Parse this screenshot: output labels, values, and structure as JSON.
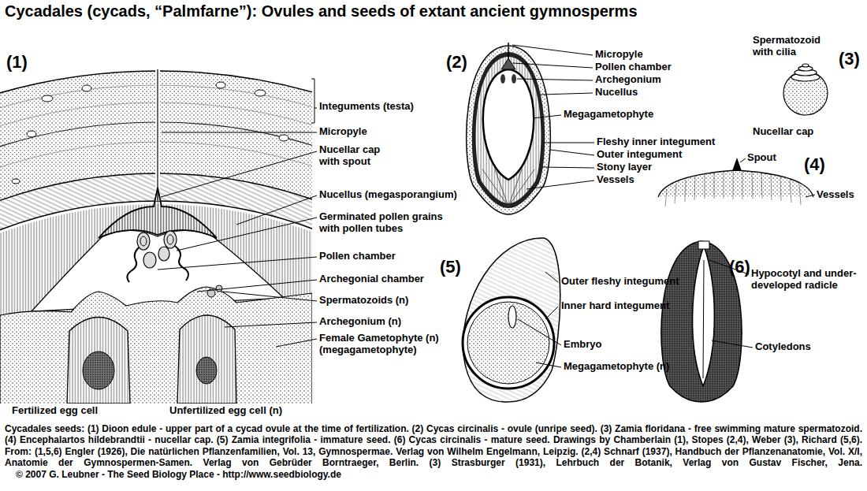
{
  "diagram": {
    "title": "Cycadales (cycads, “Palmfarne”): Ovules and seeds of extant ancient gymnosperms",
    "caption": "Cycadales seeds: (1) Dioon edule - upper part of a cycad ovule at the time of fertilization. (2) Cycas circinalis - ovule (unripe seed). (3) Zamia floridana - free swimming mature spermatozoid. (4) Encephalartos hildebrandtii - nucellar cap. (5) Zamia integrifolia - immature seed. (6) Cycas circinalis - mature seed. Drawings by Chamberlain (1), Stopes (2,4), Weber (3), Richard (5,6). From: (1,5,6) Engler (1926), Die natürlichen Pflanzenfamilien, Vol. 13, Gymnospermae. Verlag von Wilhelm Engelmann, Leipzig. (2,4) Schnarf (1937), Handbuch der Pflanzenanatomie, Vol. X/I, Anatomie der Gymnospermen-Samen. Verlag von Gebrüder Borntraeger, Berlin. (3) Strasburger (1931), Lehrbuch der Botanik, Verlag von Gustav Fischer, Jena.",
    "labels": [
      "(1)",
      "Integuments (testa)",
      "Micropyle",
      "Nucellar cap with spout",
      "Nucellus (megasporangium)",
      "Germinated pollen grains with pollen tubes",
      "Pollen chamber",
      "Archegonial chamber",
      "Spermatozoids (n)",
      "Archegonium (n)",
      "Female Gametophyte (n) (megagametophyte)",
      "Fertilized egg cell",
      "Unfertilized egg cell (n)",
      "(2)",
      "Micropyle",
      "Pollen chamber",
      "Archegonium",
      "Nucellus",
      "Megagametophyte",
      "Fleshy inner integument",
      "Outer integument",
      "Stony layer",
      "Vessels",
      "(3)",
      "Spermatozoid with cilia",
      "Nucellar cap",
      "Spout",
      "(4)",
      "Vessels",
      "(5)",
      "Outer fleshy integument",
      "Inner hard integument",
      "Embryo",
      "Megagametophyte (n)",
      "(6)",
      "Hypocotyl and under-developed radicle",
      "Cotyledons",
      "© 2007 G. Leubner - The Seed Biology Place - http://www.seedbiology.de"
    ]
  }
}
